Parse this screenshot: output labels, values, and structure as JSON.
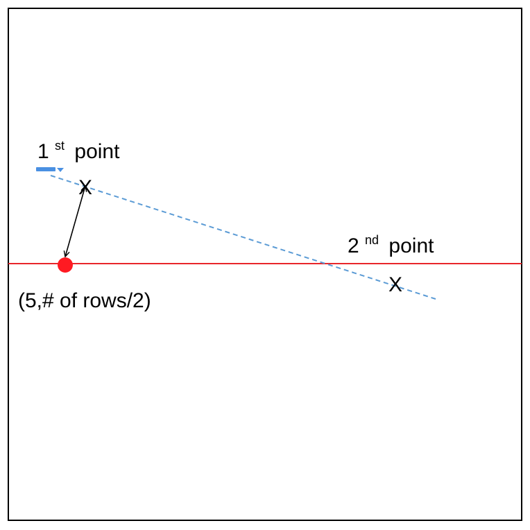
{
  "diagram": {
    "first_point": {
      "number": "1",
      "suffix": "st",
      "word": "point"
    },
    "second_point": {
      "number": "2",
      "suffix": "nd",
      "word": "point"
    },
    "marker_1": "X",
    "marker_2": "X",
    "red_point_label": "(5,# of rows/2)"
  },
  "colors": {
    "frame": "#000000",
    "horizontal_line": "#e8262a",
    "red_point": "#ff1a22",
    "dashed_line": "#5b9bd5",
    "arrow": "#000000",
    "handle": "#4a90e2"
  }
}
